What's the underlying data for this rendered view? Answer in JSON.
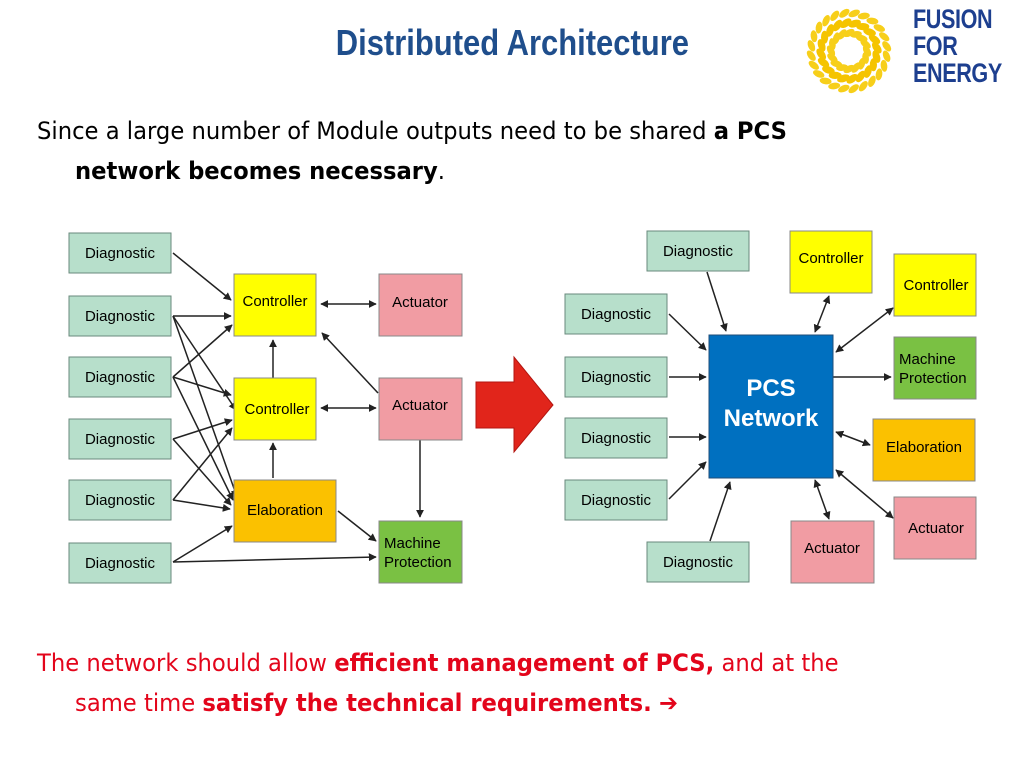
{
  "title": "Distributed Architecture",
  "logo": {
    "line1": "FUSION",
    "line2": "FOR",
    "line3": "ENERGY"
  },
  "intro": {
    "part1": "Since a large number of Module outputs need to be shared ",
    "bold1": "a PCS",
    "bold2": "network becomes necessary",
    "end": "."
  },
  "outro": {
    "part1": "The network should allow ",
    "bold1": "efficient management of PCS,",
    "part2": " and at the",
    "part3": "same time ",
    "bold2": "satisfy the technical requirements.",
    "arrow": "➔"
  },
  "colors": {
    "diagnostic": "#b7dfcb",
    "controller": "#ffff00",
    "actuator": "#f19ca3",
    "elaboration": "#fbc100",
    "machine_protection": "#7ac143",
    "pcs_network": "#0070c0",
    "transition_arrow": "#e1251b",
    "title": "#1f4e8c",
    "highlight_text": "#e3051b"
  },
  "left_diagram": {
    "diagnostics": [
      "Diagnostic",
      "Diagnostic",
      "Diagnostic",
      "Diagnostic",
      "Diagnostic",
      "Diagnostic"
    ],
    "controllers": [
      "Controller",
      "Controller"
    ],
    "elaboration": "Elaboration",
    "actuators": [
      "Actuator",
      "Actuator"
    ],
    "machine_protection": [
      "Machine",
      "Protection"
    ]
  },
  "right_diagram": {
    "network": [
      "PCS",
      "Network"
    ],
    "diagnostics": [
      "Diagnostic",
      "Diagnostic",
      "Diagnostic",
      "Diagnostic",
      "Diagnostic",
      "Diagnostic"
    ],
    "controllers": [
      "Controller",
      "Controller"
    ],
    "machine_protection": [
      "Machine",
      "Protection"
    ],
    "elaboration": "Elaboration",
    "actuators": [
      "Actuator",
      "Actuator"
    ]
  }
}
